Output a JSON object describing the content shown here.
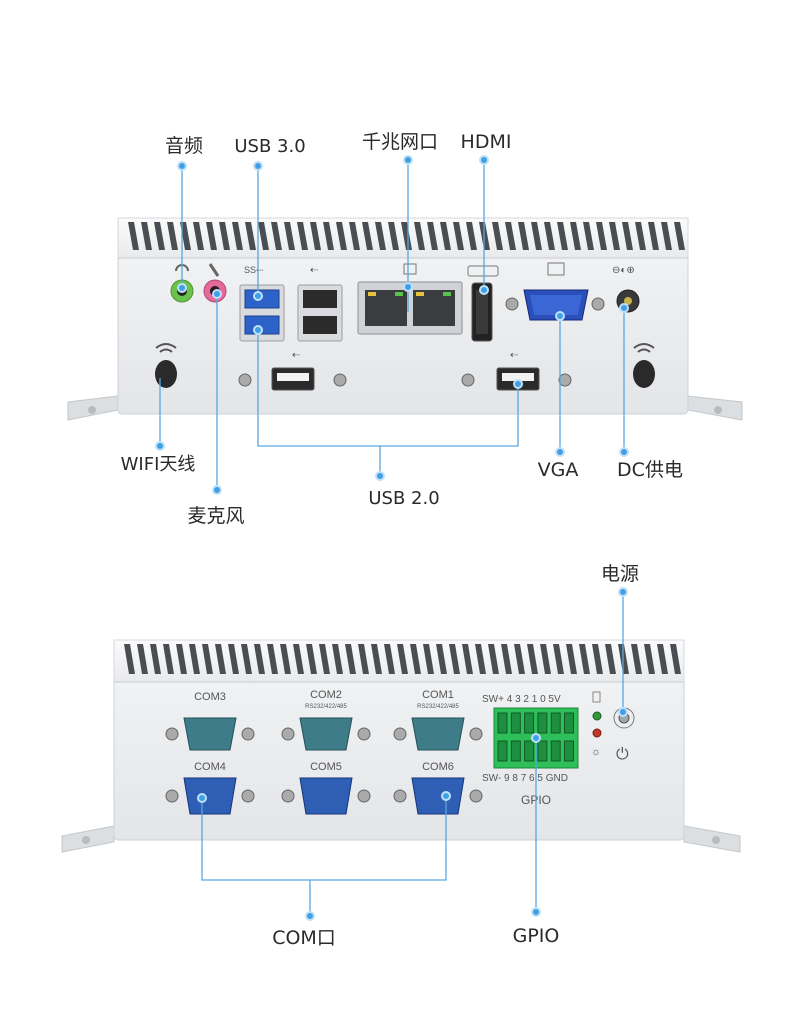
{
  "top_labels": {
    "audio": "音频",
    "usb30": "USB 3.0",
    "lan": "千兆网口",
    "hdmi": "HDMI",
    "wifi": "WIFI天线",
    "mic": "麦克风",
    "usb20": "USB 2.0",
    "vga": "VGA",
    "dc": "DC供电"
  },
  "bottom_labels": {
    "power": "电源",
    "com": "COM口",
    "gpio": "GPIO"
  },
  "panel_text": {
    "com1": "COM1",
    "com2": "COM2",
    "com3": "COM3",
    "com4": "COM4",
    "com5": "COM5",
    "com6": "COM6",
    "rs_com1": "RS232/422/485",
    "rs_com2": "RS232/422/485",
    "gpio_top": "SW+ 4  3  2  1  0  5V",
    "gpio_bottom": "SW-  9  8  7  6  5 GND",
    "gpio_name": "GPIO"
  },
  "colors": {
    "leader": "#5aa6e0",
    "usb3_blue": "#2d63c8",
    "vga_blue": "#2b4fb8",
    "com_blue": "#2f5fb5",
    "com_teal": "#3f7c8a",
    "gpio_green": "#2fbf5a"
  }
}
